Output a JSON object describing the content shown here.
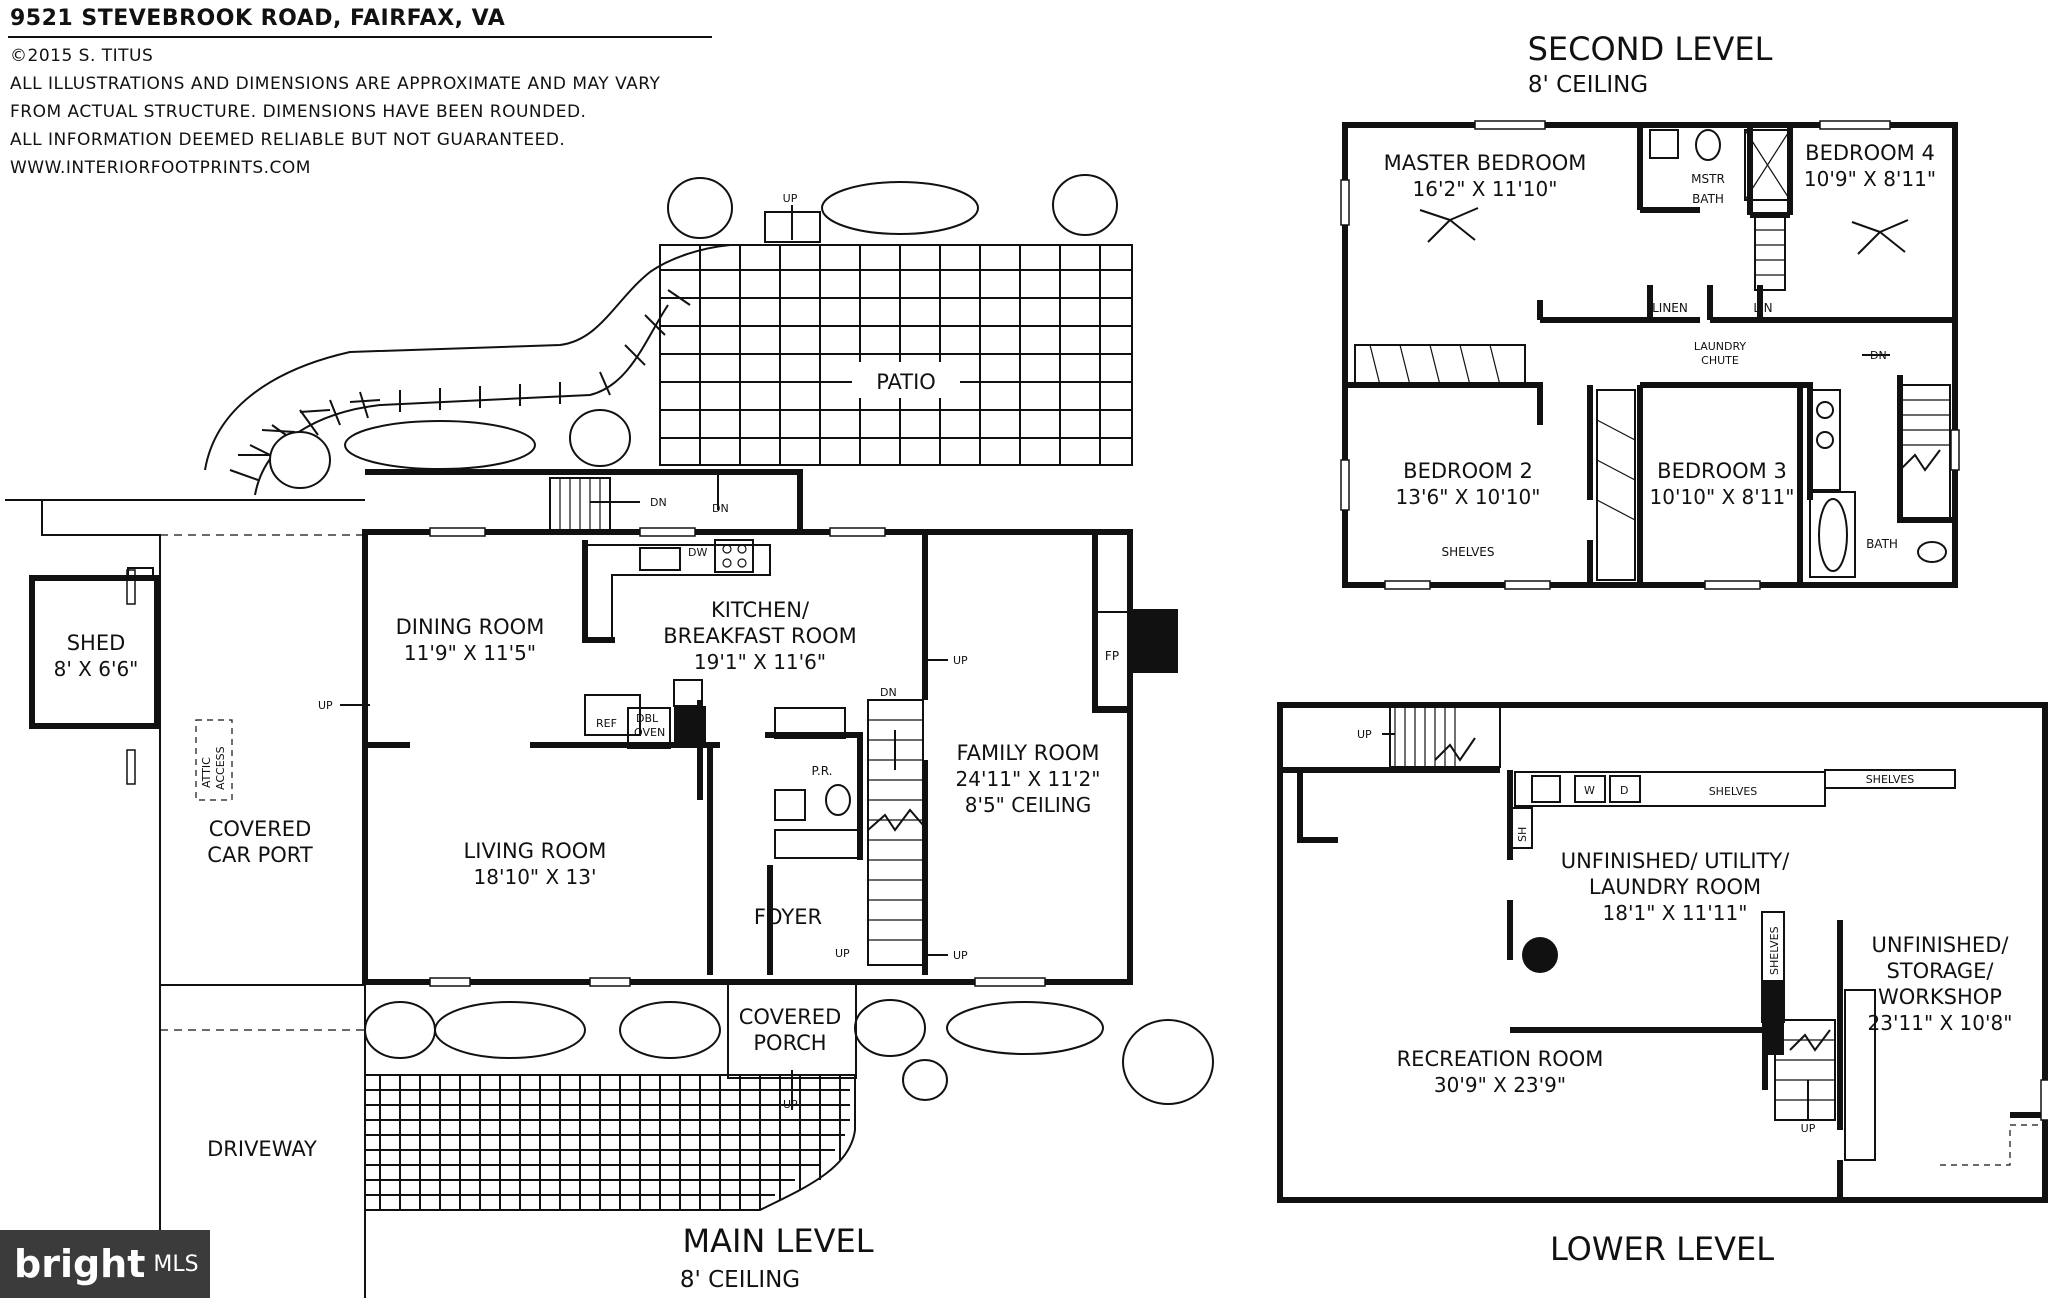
{
  "header": {
    "address": "9521 STEVEBROOK ROAD, FAIRFAX, VA",
    "copyright": "©2015 S. TITUS",
    "disclaimer_1": "ALL ILLUSTRATIONS AND DIMENSIONS ARE APPROXIMATE AND MAY VARY",
    "disclaimer_2": "FROM ACTUAL STRUCTURE. DIMENSIONS HAVE BEEN ROUNDED.",
    "disclaimer_3": "ALL INFORMATION DEEMED RELIABLE BUT NOT GUARANTEED.",
    "website": "WWW.INTERIORFOOTPRINTS.COM"
  },
  "main_level": {
    "title": "MAIN LEVEL",
    "ceiling": "8' CEILING",
    "rooms": {
      "patio": "PATIO",
      "dining_name": "DINING ROOM",
      "dining_dim": "11'9\" X 11'5\"",
      "kitchen_name_1": "KITCHEN/",
      "kitchen_name_2": "BREAKFAST ROOM",
      "kitchen_dim": "19'1\" X 11'6\"",
      "family_name": "FAMILY ROOM",
      "family_dim": "24'11\" X 11'2\"",
      "family_ceiling": "8'5\" CEILING",
      "living_name": "LIVING ROOM",
      "living_dim": "18'10\" X 13'",
      "foyer": "FOYER",
      "powder": "P.R.",
      "porch_1": "COVERED",
      "porch_2": "PORCH",
      "carport_1": "COVERED",
      "carport_2": "CAR PORT",
      "shed_name": "SHED",
      "shed_dim": "8' X 6'6\"",
      "driveway": "DRIVEWAY",
      "attic_1": "ATTIC",
      "attic_2": "ACCESS",
      "fireplace": "FP",
      "ref": "REF",
      "oven_1": "DBL",
      "oven_2": "OVEN",
      "dw": "DW"
    },
    "arrows": {
      "up": "UP",
      "dn": "DN"
    }
  },
  "second_level": {
    "title": "SECOND LEVEL",
    "ceiling": "8' CEILING",
    "rooms": {
      "master_name": "MASTER BEDROOM",
      "master_dim": "16'2\" X 11'10\"",
      "mstr_bath_1": "MSTR",
      "mstr_bath_2": "BATH",
      "bed4_name": "BEDROOM 4",
      "bed4_dim": "10'9\" X 8'11\"",
      "linen": "LINEN",
      "lin": "LIN",
      "chute_1": "LAUNDRY",
      "chute_2": "CHUTE",
      "bed2_name": "BEDROOM 2",
      "bed2_dim": "13'6\" X 10'10\"",
      "bed3_name": "BEDROOM 3",
      "bed3_dim": "10'10\" X 8'11\"",
      "shelves": "SHELVES",
      "bath": "BATH",
      "dn": "DN"
    }
  },
  "lower_level": {
    "title": "LOWER LEVEL",
    "rooms": {
      "utility_1": "UNFINISHED/ UTILITY/",
      "utility_2": "LAUNDRY ROOM",
      "utility_dim": "18'1\" X 11'11\"",
      "storage_1": "UNFINISHED/",
      "storage_2": "STORAGE/",
      "storage_3": "WORKSHOP",
      "storage_dim": "23'11\" X 10'8\"",
      "rec_name": "RECREATION ROOM",
      "rec_dim": "30'9\" X 23'9\"",
      "shelves": "SHELVES",
      "sh": "SH",
      "w": "W",
      "d": "D",
      "up": "UP"
    }
  },
  "watermark": {
    "brand": "bright",
    "mls": "MLS"
  }
}
